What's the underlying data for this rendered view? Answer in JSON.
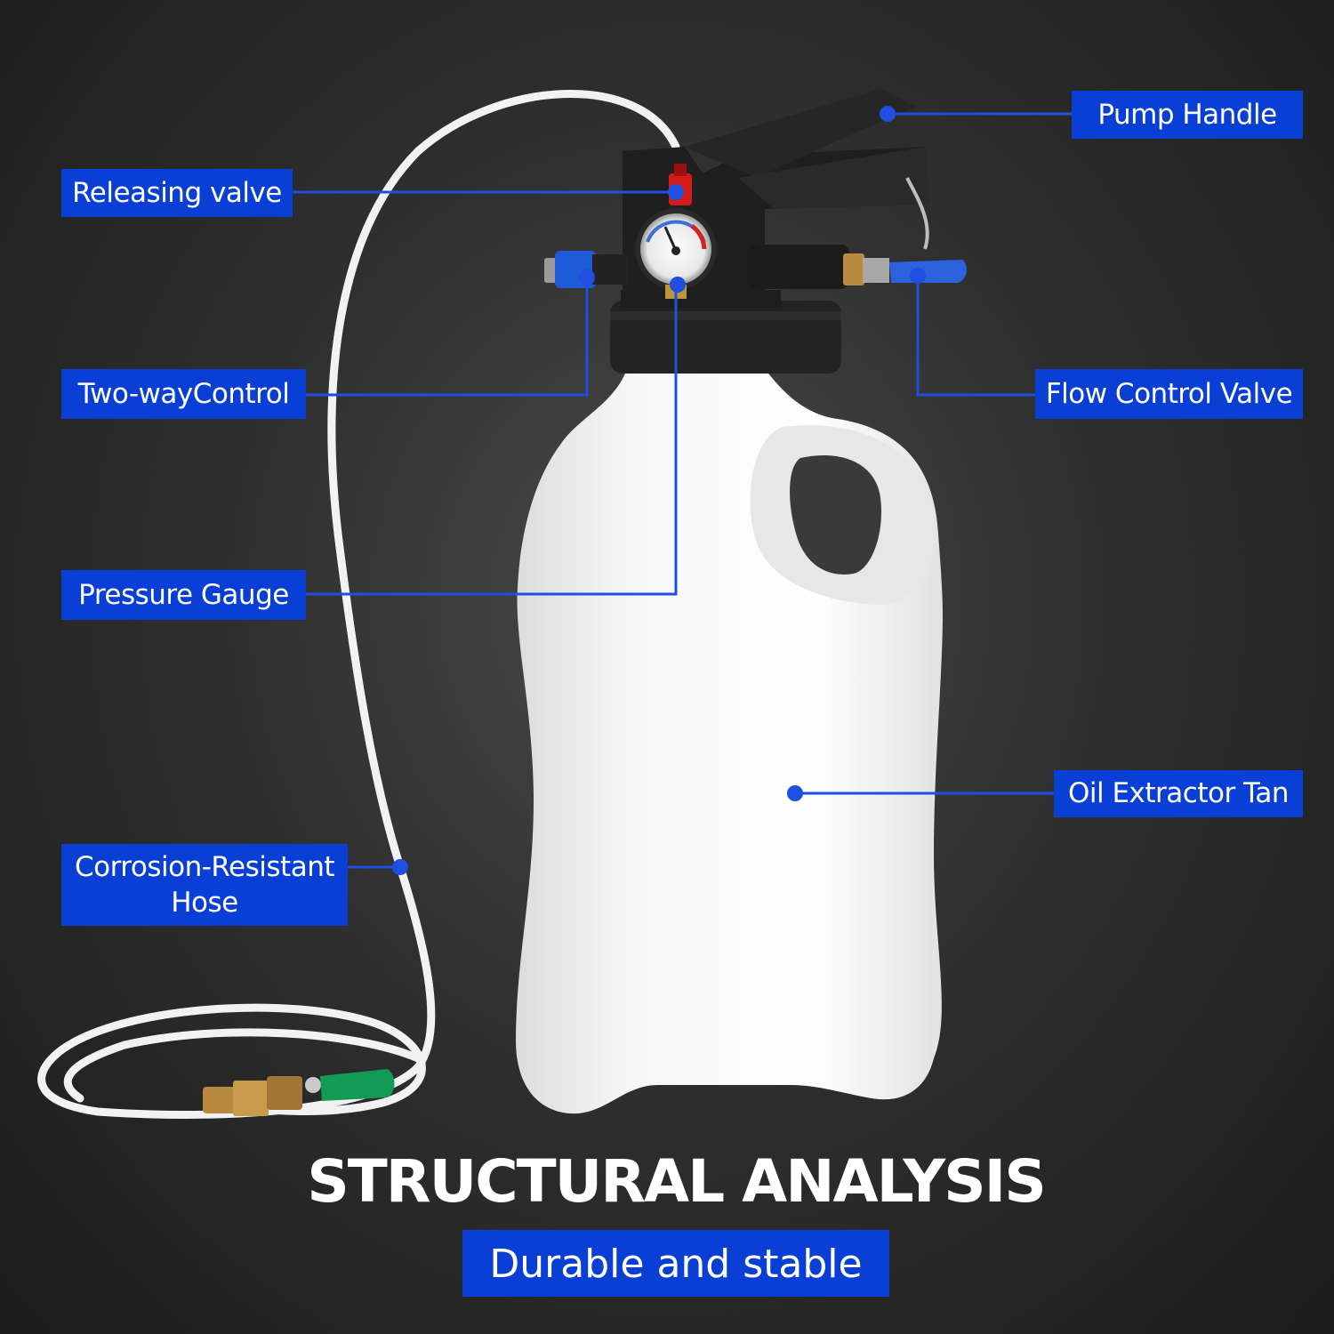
{
  "colors": {
    "accent": "#0a3fd6",
    "background": "#2b2b2b",
    "text": "#ffffff"
  },
  "labels": {
    "pump_handle": "Pump Handle",
    "releasing_valve": "Releasing valve",
    "two_way_control": "Two-wayControl",
    "flow_control_valve": "Flow Control Valve",
    "pressure_gauge": "Pressure Gauge",
    "oil_extractor_tank": "Oil Extractor Tan",
    "hose_line1": "Corrosion-Resistant",
    "hose_line2": "Hose"
  },
  "heading": {
    "title": "STRUCTURAL ANALYSIS",
    "subtitle": "Durable and stable"
  }
}
